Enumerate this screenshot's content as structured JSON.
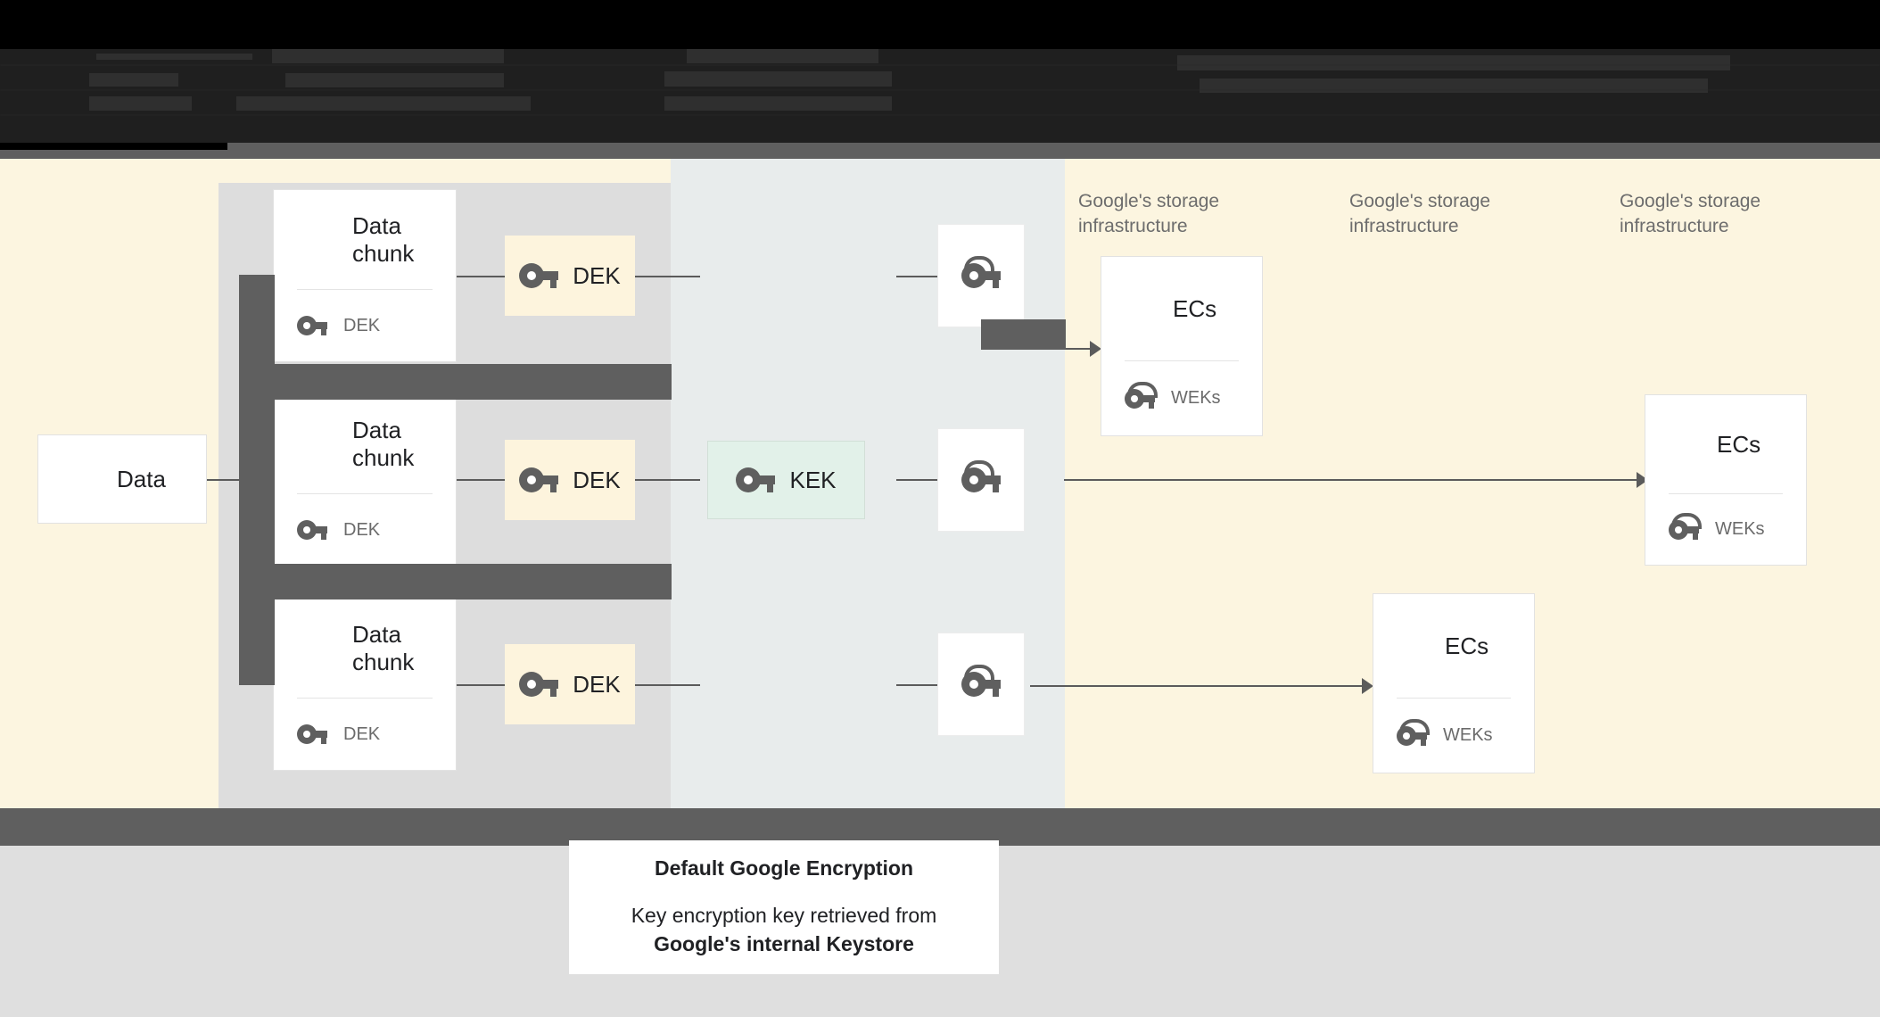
{
  "header": {
    "redacted": true,
    "note": "obscured dark header text (illegible)"
  },
  "colors": {
    "field_yellow": "#fcf5e0",
    "column_gray": "#dddddd",
    "column_bluegray": "#e8ecec",
    "dek_box": "#fdf4dd",
    "kek_box": "#e2f1e9",
    "redaction_gray": "#5f5f5f",
    "footer_gray": "#dfdfdf",
    "card_white": "#ffffff",
    "icon_gray": "#5f5f5f",
    "text_dark": "#202124",
    "text_muted": "#6b6b6b"
  },
  "diagram": {
    "source": {
      "label": "Data",
      "icon": "data-stack-icon"
    },
    "chunks": [
      {
        "title": "Data chunk",
        "key_label": "DEK",
        "icon": "data-stack-icon",
        "key_icon": "key-icon"
      },
      {
        "title": "Data chunk",
        "key_label": "DEK",
        "icon": "data-stack-icon",
        "key_icon": "key-icon"
      },
      {
        "title": "Data chunk",
        "key_label": "DEK",
        "icon": "data-stack-icon",
        "key_icon": "key-icon"
      }
    ],
    "dek_boxes": [
      {
        "label": "DEK",
        "icon": "key-icon"
      },
      {
        "label": "DEK",
        "icon": "key-icon"
      },
      {
        "label": "DEK",
        "icon": "key-icon"
      }
    ],
    "kek": {
      "label": "KEK",
      "icon": "key-icon"
    },
    "wrapped_keys": [
      {
        "icon": "wrapped-key-icon"
      },
      {
        "icon": "wrapped-key-icon"
      },
      {
        "icon": "wrapped-key-icon"
      }
    ],
    "storage_labels": [
      "Google's storage infrastructure",
      "Google's storage infrastructure",
      "Google's storage infrastructure"
    ],
    "ec_cards": [
      {
        "title": "ECs",
        "key_label": "WEKs",
        "icon": "data-stack-icon",
        "key_icon": "wrapped-key-icon"
      },
      {
        "title": "ECs",
        "key_label": "WEKs",
        "icon": "data-stack-icon",
        "key_icon": "wrapped-key-icon"
      },
      {
        "title": "ECs",
        "key_label": "WEKs",
        "icon": "data-stack-icon",
        "key_icon": "wrapped-key-icon"
      }
    ]
  },
  "caption": {
    "title": "Default Google Encryption",
    "line1": "Key encryption key retrieved from",
    "line2": "Google's internal Keystore"
  }
}
